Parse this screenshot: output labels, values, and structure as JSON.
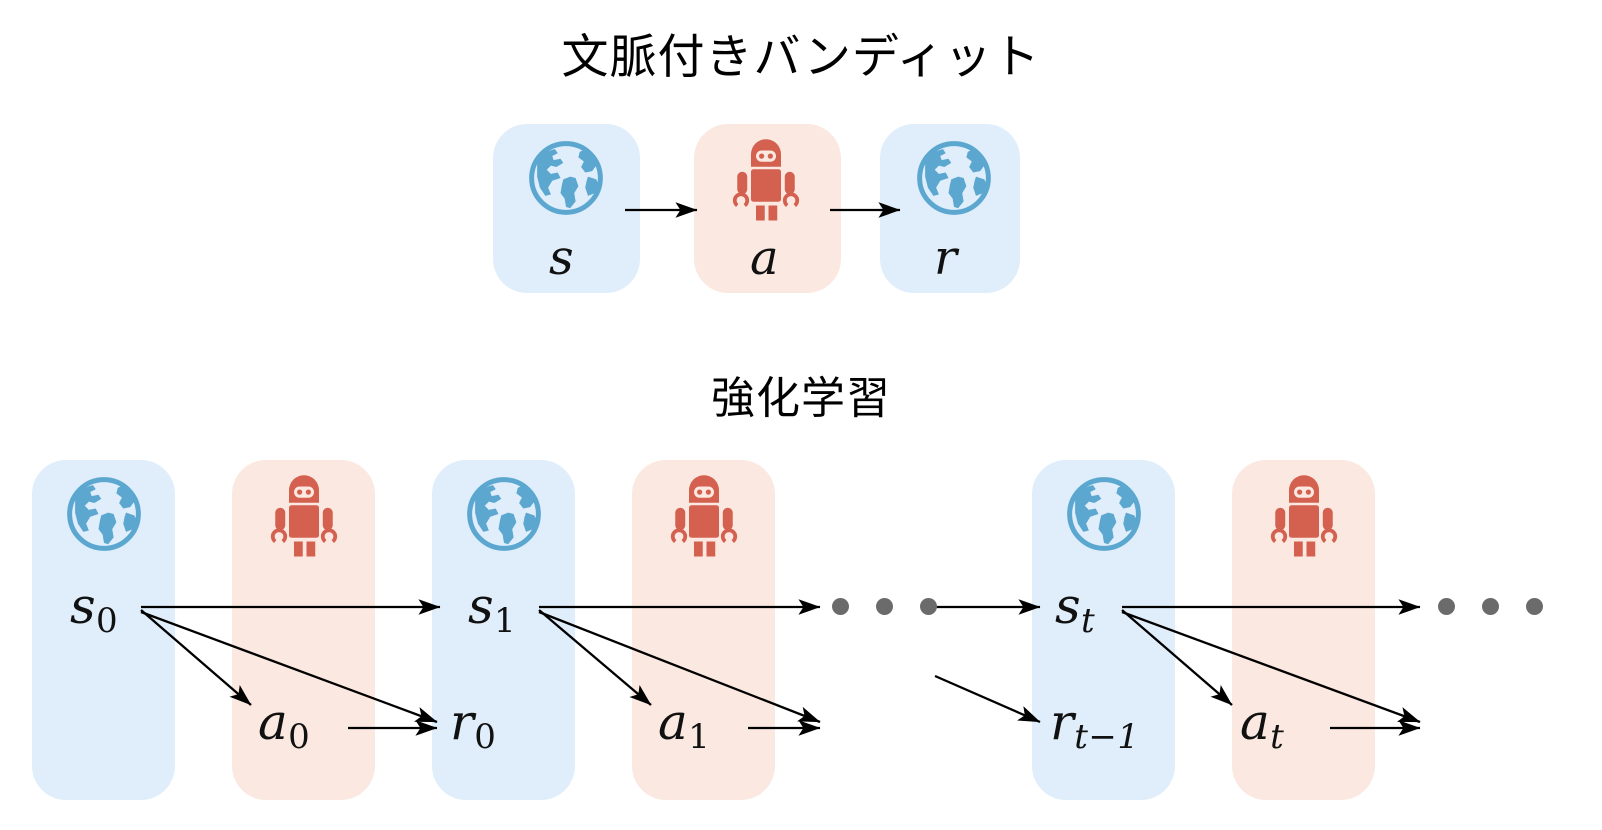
{
  "colors": {
    "state_box": "#dfeefa",
    "action_box": "#fbe9e1",
    "globe": "#5ba7d0",
    "robot": "#d4604f",
    "arrow": "#000000",
    "dot": "#6b6b6b",
    "text": "#111111"
  },
  "sections": [
    {
      "id": "contextual-bandit",
      "title": "文脈付きバンディット",
      "nodes": [
        {
          "id": "s",
          "label": "s",
          "sub": "",
          "kind": "state",
          "icon": "globe-icon"
        },
        {
          "id": "a",
          "label": "a",
          "sub": "",
          "kind": "action",
          "icon": "robot-icon"
        },
        {
          "id": "r",
          "label": "r",
          "sub": "",
          "kind": "state",
          "icon": "globe-icon"
        }
      ],
      "edges": [
        {
          "from": "s",
          "to": "a"
        },
        {
          "from": "a",
          "to": "r"
        }
      ]
    },
    {
      "id": "reinforcement-learning",
      "title": "強化学習",
      "nodes": [
        {
          "id": "s0",
          "label": "s",
          "sub": "0",
          "kind": "state",
          "icon": "globe-icon"
        },
        {
          "id": "a0",
          "label": "a",
          "sub": "0",
          "kind": "action",
          "icon": "robot-icon"
        },
        {
          "id": "s1",
          "label": "s",
          "sub": "1",
          "kind": "state",
          "icon": "globe-icon"
        },
        {
          "id": "r0",
          "label": "r",
          "sub": "0",
          "kind": "state",
          "icon": ""
        },
        {
          "id": "a1",
          "label": "a",
          "sub": "1",
          "kind": "action",
          "icon": "robot-icon"
        },
        {
          "id": "st",
          "label": "s",
          "sub": "t",
          "kind": "state",
          "icon": "globe-icon"
        },
        {
          "id": "rt1",
          "label": "r",
          "sub": "t−1",
          "kind": "state",
          "icon": ""
        },
        {
          "id": "at",
          "label": "a",
          "sub": "t",
          "kind": "action",
          "icon": "robot-icon"
        }
      ],
      "ellipses": [
        {
          "id": "dots-middle",
          "count": 3
        },
        {
          "id": "dots-right",
          "count": 3
        }
      ],
      "edges": [
        {
          "from": "s0",
          "to": "s1"
        },
        {
          "from": "s0",
          "to": "a0"
        },
        {
          "from": "s0",
          "to": "r0"
        },
        {
          "from": "a0",
          "to": "r0"
        },
        {
          "from": "s1",
          "to": "dots-middle"
        },
        {
          "from": "s1",
          "to": "a1"
        },
        {
          "from": "s1",
          "to": "r1-next"
        },
        {
          "from": "a1",
          "to": "r1-next"
        },
        {
          "from": "dots-middle",
          "to": "st"
        },
        {
          "from": "prev",
          "to": "rt1"
        },
        {
          "from": "st",
          "to": "dots-right"
        },
        {
          "from": "st",
          "to": "at"
        },
        {
          "from": "st",
          "to": "rt-next"
        },
        {
          "from": "at",
          "to": "rt-next"
        }
      ]
    }
  ]
}
